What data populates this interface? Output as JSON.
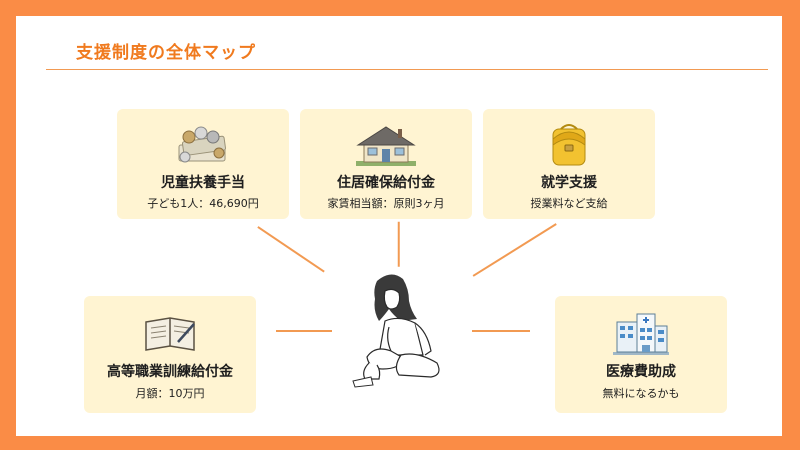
{
  "title": "支援制度の全体マップ",
  "colors": {
    "frame": "#FA8C46",
    "accent": "#F07A1E",
    "card": "#FFF4D2",
    "line": "#F29A52"
  },
  "cards": [
    {
      "name": "児童扶養手当",
      "desc": "子ども1人：46,690円",
      "icon": "money-pile-icon"
    },
    {
      "name": "住居確保給付金",
      "desc": "家賃相当額：原則3ヶ月",
      "icon": "house-icon"
    },
    {
      "name": "就学支援",
      "desc": "授業料など支給",
      "icon": "school-backpack-icon"
    },
    {
      "name": "高等職業訓練給付金",
      "desc": "月額：10万円",
      "icon": "open-notebook-icon"
    },
    {
      "name": "医療費助成",
      "desc": "無料になるかも",
      "icon": "hospital-icon"
    }
  ],
  "center_figure": "sitting-woman-illustration"
}
